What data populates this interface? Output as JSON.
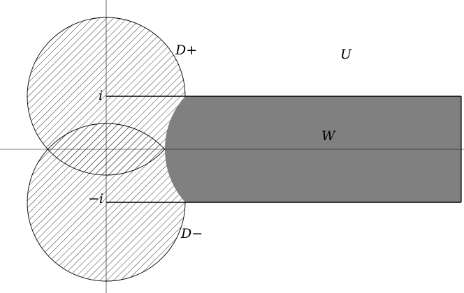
{
  "labels": {
    "d_plus": "D+",
    "d_minus": "D−",
    "u": "U",
    "w": "W",
    "i": "i",
    "neg_i": "−i"
  },
  "colors": {
    "background": "#ffffff",
    "shaded_strip": "#808080",
    "hatch": "#000000",
    "axis": "#000000"
  },
  "regions": [
    {
      "name": "D+",
      "shape": "disk",
      "fill": "diagonal-hatch"
    },
    {
      "name": "D−",
      "shape": "disk",
      "fill": "diagonal-hatch"
    },
    {
      "name": "W",
      "shape": "half-strip",
      "fill": "solid-gray"
    }
  ]
}
